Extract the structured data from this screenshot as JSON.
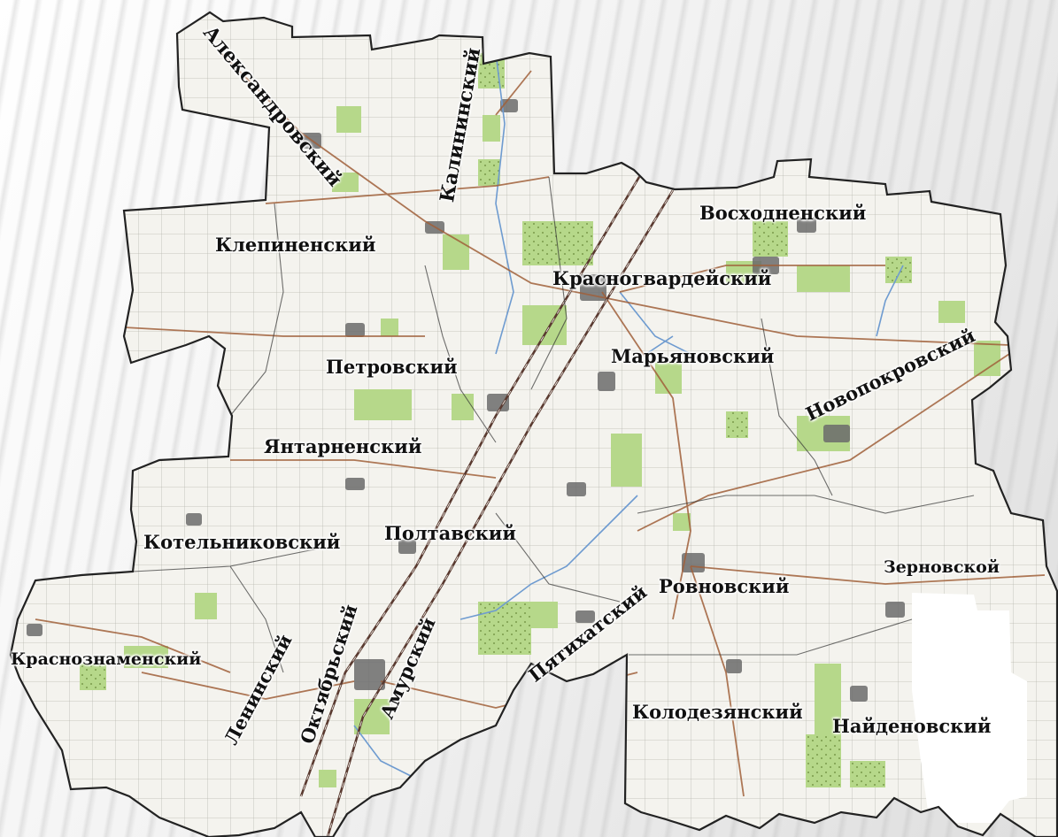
{
  "map": {
    "colors": {
      "territory": "#f4f3ee",
      "grid": "#b9b9b0",
      "fields": "#b6d88a",
      "roads": "#a0603a",
      "railway": "#5a3a30",
      "rivers": "#6e9bd0",
      "boundary": "#222222",
      "text": "#111111"
    },
    "settlements": [
      "Александровский",
      "Калининский",
      "Восходненский",
      "Клепиненский",
      "Красногвардейский",
      "Петровский",
      "Марьяновский",
      "Новопокровский",
      "Янтарненский",
      "Котельниковский",
      "Полтавский",
      "Зерновской",
      "Ровновский",
      "Пятихатский",
      "Краснознаменский",
      "Октябрьский",
      "Амурский",
      "Ленинский",
      "Колодезянский",
      "Найденовский"
    ]
  }
}
